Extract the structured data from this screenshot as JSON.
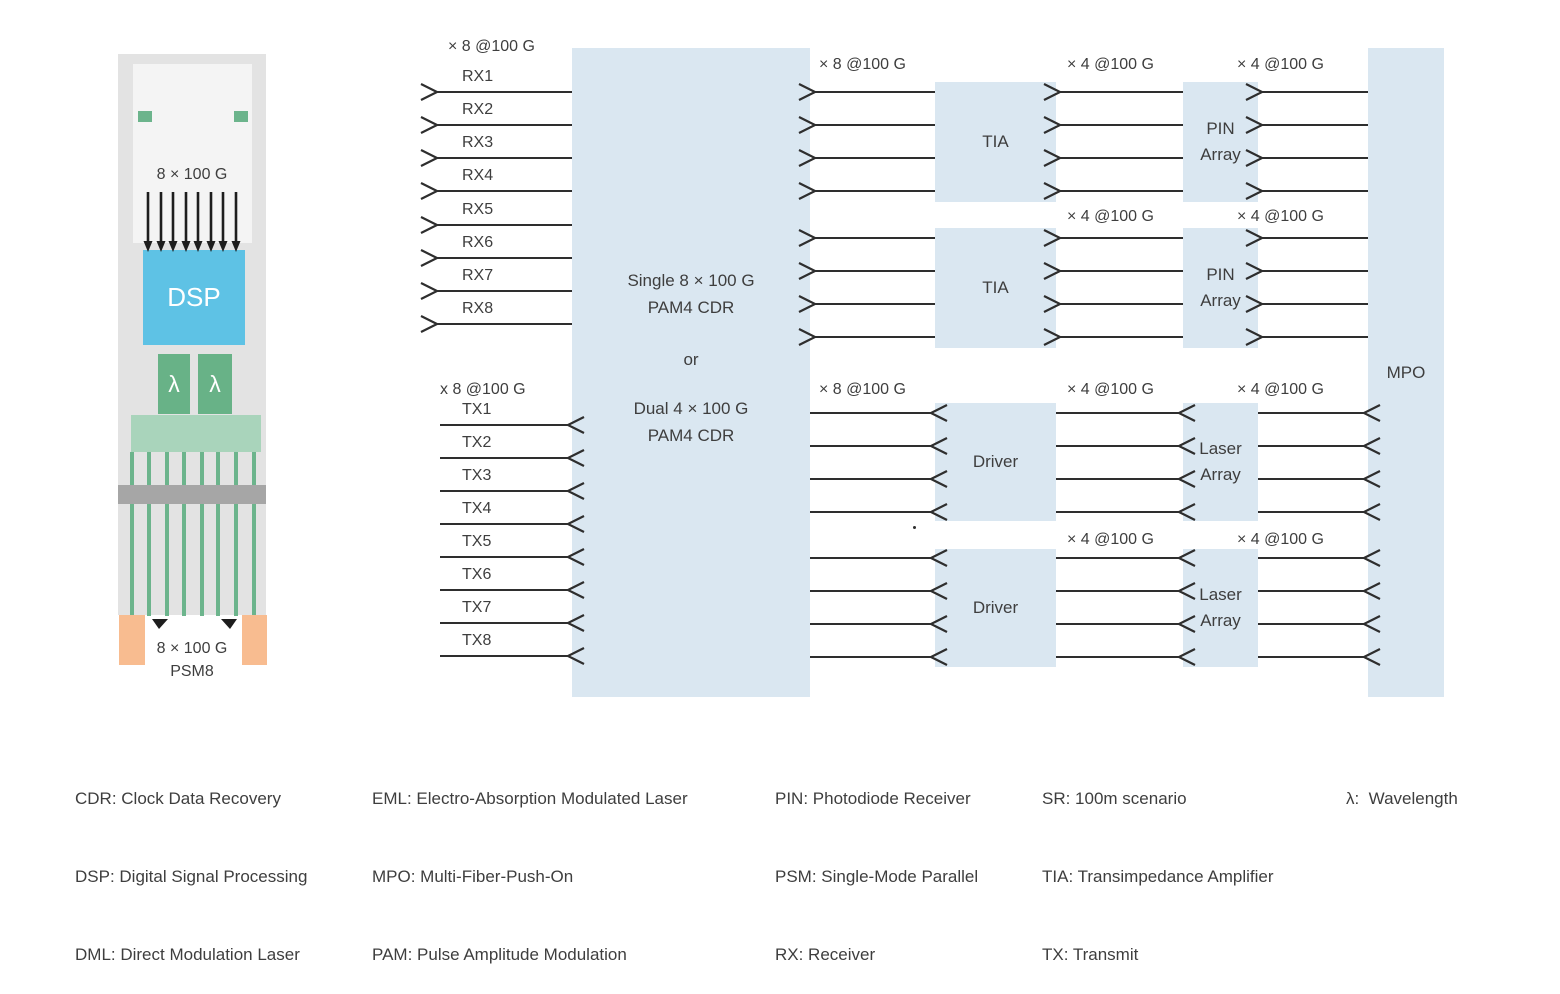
{
  "module": {
    "top_rate": "8 × 100 G",
    "dsp_label": "DSP",
    "lambda_symbol": "λ",
    "bottom_rate": "8 × 100 G",
    "bottom_type": "PSM8"
  },
  "cdr_block": {
    "option1_line1": "Single 8 × 100 G",
    "option1_line2": "PAM4 CDR",
    "separator": "or",
    "option2_line1": "Dual 4 × 100 G",
    "option2_line2": "PAM4 CDR"
  },
  "blocks": {
    "tia": "TIA",
    "pin_array": "PIN Array",
    "driver": "Driver",
    "laser_array": "Laser Array",
    "mpo": "MPO"
  },
  "ports": {
    "rx": [
      "RX1",
      "RX2",
      "RX3",
      "RX4",
      "RX5",
      "RX6",
      "RX7",
      "RX8"
    ],
    "tx": [
      "TX1",
      "TX2",
      "TX3",
      "TX4",
      "TX5",
      "TX6",
      "TX7",
      "TX8"
    ]
  },
  "rates": {
    "rx_host": "× 8 @100 G",
    "rx_cdr_tia": "× 8 @100 G",
    "tx_host": "x 8 @100 G",
    "tx_cdr_driver": "× 8 @100 G",
    "x4": "× 4 @100 G"
  },
  "legend": {
    "col1": [
      "CDR: Clock Data Recovery",
      "DSP: Digital Signal Processing",
      "DML: Direct Modulation Laser"
    ],
    "col2": [
      "EML: Electro-Absorption Modulated Laser",
      "MPO: Multi-Fiber-Push-On",
      "PAM: Pulse Amplitude Modulation"
    ],
    "col3": [
      "PIN: Photodiode Receiver",
      "PSM: Single-Mode Parallel",
      "RX: Receiver"
    ],
    "col4": [
      "SR: 100m scenario",
      "TIA: Transimpedance Amplifier",
      "TX: Transmit"
    ],
    "col5": [
      "λ:  Wavelength"
    ]
  },
  "colors": {
    "block_fill": "#dae7f1",
    "dsp_fill": "#5ec2e5",
    "green": "#6cb48c",
    "light_green": "#a9d4bb",
    "band_gray": "#a6a6a6",
    "pad_orange": "#f8bc90",
    "module_gray": "#e3e3e3",
    "line": "#2e2e2e",
    "text": "#3e3e3e"
  }
}
